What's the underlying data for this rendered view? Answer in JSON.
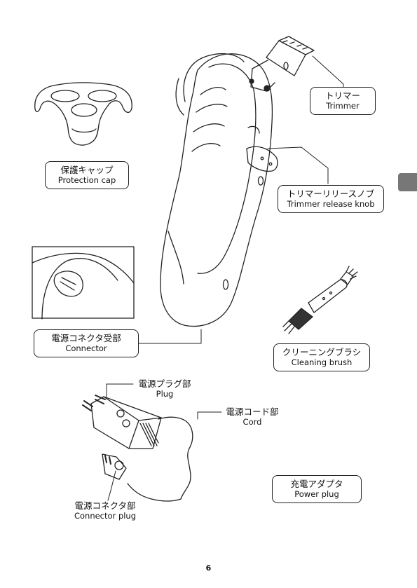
{
  "labels": {
    "trimmer": {
      "jp": "トリマー",
      "en": "Trimmer"
    },
    "protection_cap": {
      "jp": "保護キャップ",
      "en": "Protection cap"
    },
    "trimmer_release": {
      "jp": "トリマーリリースノブ",
      "en": "Trimmer release knob"
    },
    "connector": {
      "jp": "電源コネクタ受部",
      "en": "Connector"
    },
    "cleaning_brush": {
      "jp": "クリーニングブラシ",
      "en": "Cleaning brush"
    },
    "plug": {
      "jp": "電源プラグ部",
      "en": "Plug"
    },
    "cord": {
      "jp": "電源コード部",
      "en": "Cord"
    },
    "connector_plug": {
      "jp": "電源コネクタ部",
      "en": "Connector plug"
    },
    "power_plug": {
      "jp": "充電アダプタ",
      "en": "Power plug"
    }
  },
  "page_number": "6",
  "colors": {
    "line": "#222222",
    "tab": "#777777"
  }
}
